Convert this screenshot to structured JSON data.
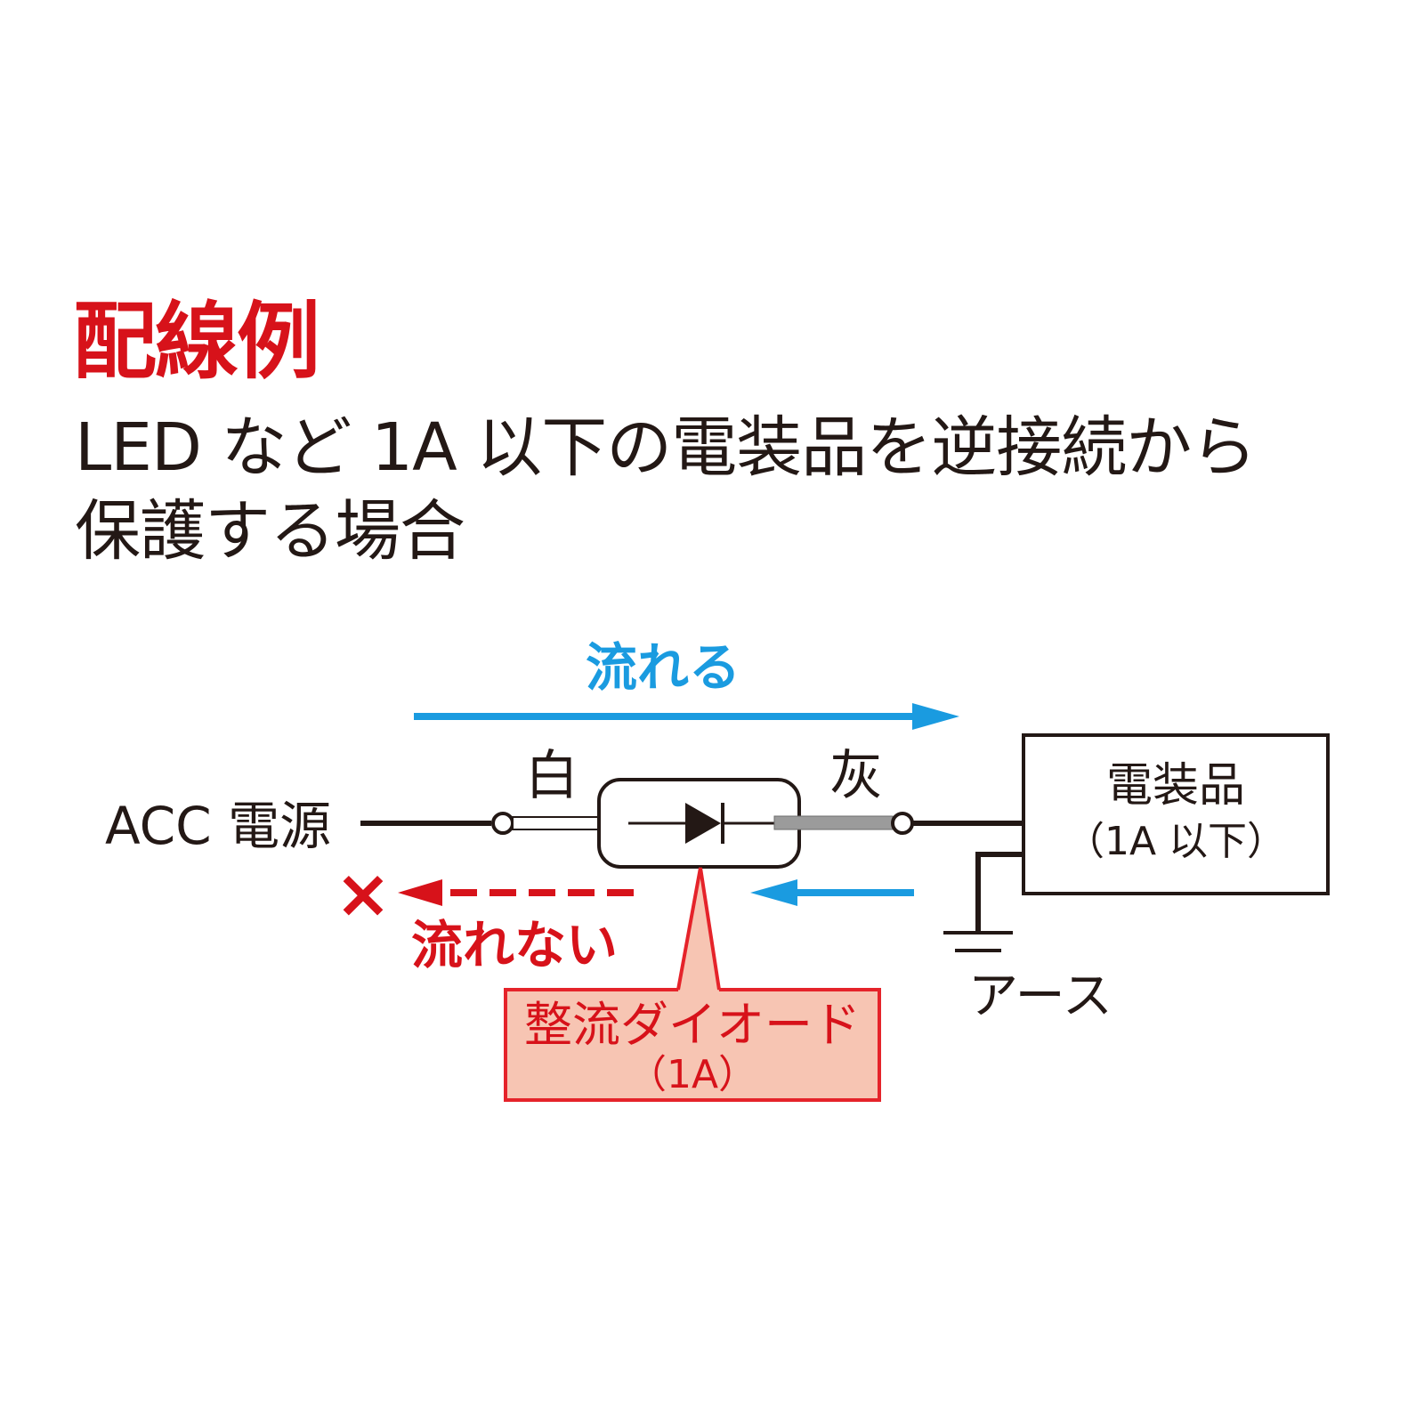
{
  "title": "配線例",
  "subtitle_line1": "LED など 1A 以下の電装品を逆接続から",
  "subtitle_line2": "保護する場合",
  "diagram": {
    "flow_label": "流れる",
    "no_flow_label": "流れない",
    "cross_mark": "×",
    "white_wire_label": "白",
    "gray_wire_label": "灰",
    "power_source_label": "ACC 電源",
    "device_name": "電装品",
    "device_rating": "（1A 以下）",
    "ground_label": "アース",
    "diode_name": "整流ダイオード",
    "diode_rating": "（1A）",
    "colors": {
      "title_red": "#d7121a",
      "flow_blue": "#1a9be0",
      "no_flow_red": "#d7121a",
      "callout_fill": "#f7c5b3",
      "callout_border": "#e5232a",
      "wire_dark": "#231815",
      "gray_wire": "#9b9b9b"
    }
  }
}
